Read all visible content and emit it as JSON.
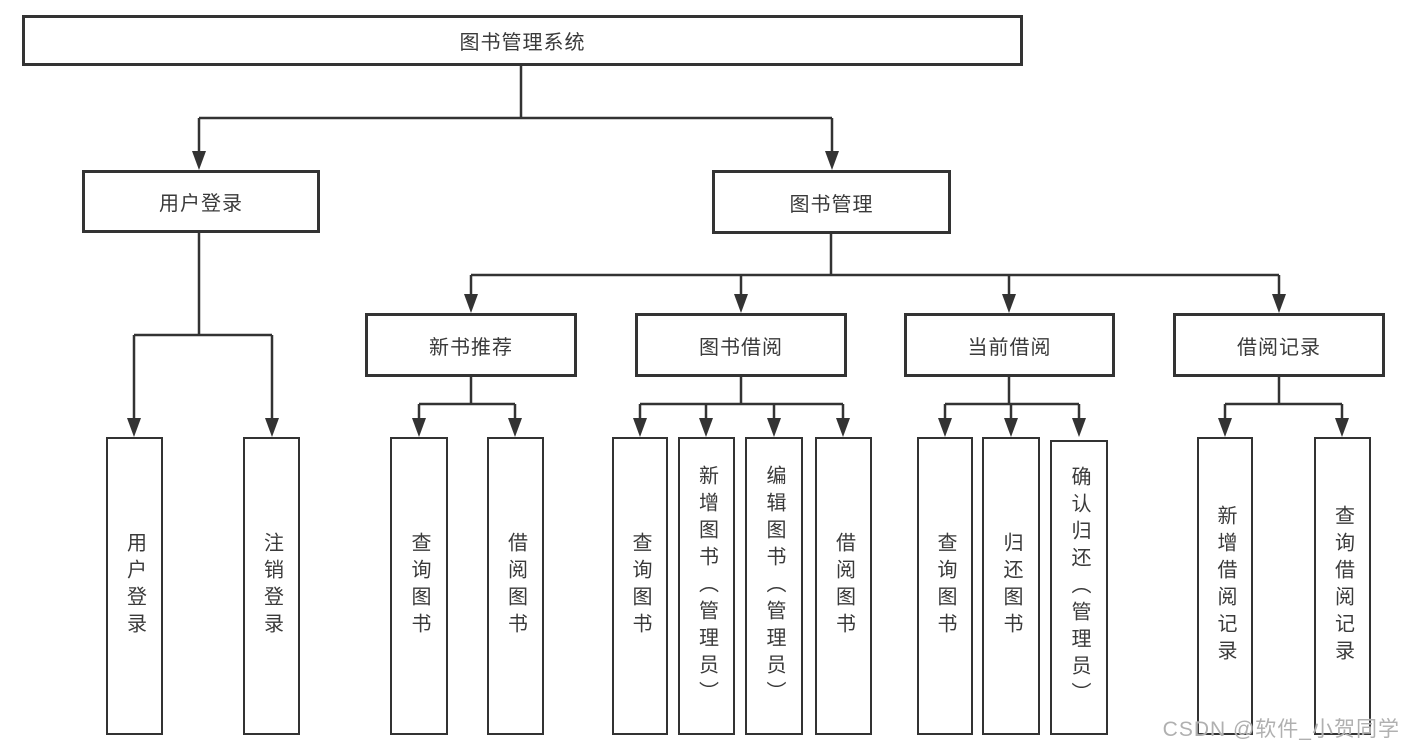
{
  "diagram": {
    "nodes": {
      "system": "图书管理系统",
      "user_login": "用户登录",
      "book_mgmt": "图书管理",
      "new_book_rec": "新书推荐",
      "book_borrow": "图书借阅",
      "current_borrow": "当前借阅",
      "borrow_records": "借阅记录",
      "login_user": "用户登录",
      "logout": "注销登录",
      "nbr_query_books": "查询图书",
      "nbr_borrow_books": "借阅图书",
      "bb_query_books": "查询图书",
      "bb_add_books": "新增图书（管理员）",
      "bb_edit_books": "编辑图书（管理员）",
      "bb_borrow_books": "借阅图书",
      "cb_query_books": "查询图书",
      "cb_return_books": "归还图书",
      "cb_confirm_return": "确认归还（管理员）",
      "br_add_record": "新增借阅记录",
      "br_query_record": "查询借阅记录"
    },
    "tree": {
      "label": "图书管理系统",
      "children": [
        {
          "label": "用户登录",
          "children": [
            {
              "label": "用户登录"
            },
            {
              "label": "注销登录"
            }
          ]
        },
        {
          "label": "图书管理",
          "children": [
            {
              "label": "新书推荐",
              "children": [
                {
                  "label": "查询图书"
                },
                {
                  "label": "借阅图书"
                }
              ]
            },
            {
              "label": "图书借阅",
              "children": [
                {
                  "label": "查询图书"
                },
                {
                  "label": "新增图书（管理员）"
                },
                {
                  "label": "编辑图书（管理员）"
                },
                {
                  "label": "借阅图书"
                }
              ]
            },
            {
              "label": "当前借阅",
              "children": [
                {
                  "label": "查询图书"
                },
                {
                  "label": "归还图书"
                },
                {
                  "label": "确认归还（管理员）"
                }
              ]
            },
            {
              "label": "借阅记录",
              "children": [
                {
                  "label": "新增借阅记录"
                },
                {
                  "label": "查询借阅记录"
                }
              ]
            }
          ]
        }
      ]
    },
    "colors": {
      "line": "#333333",
      "box_fill": "#ffffff",
      "text": "#3a3a3a",
      "watermark": "#b0b0b0"
    }
  },
  "watermark": {
    "text": "CSDN @软件_小贺同学"
  }
}
